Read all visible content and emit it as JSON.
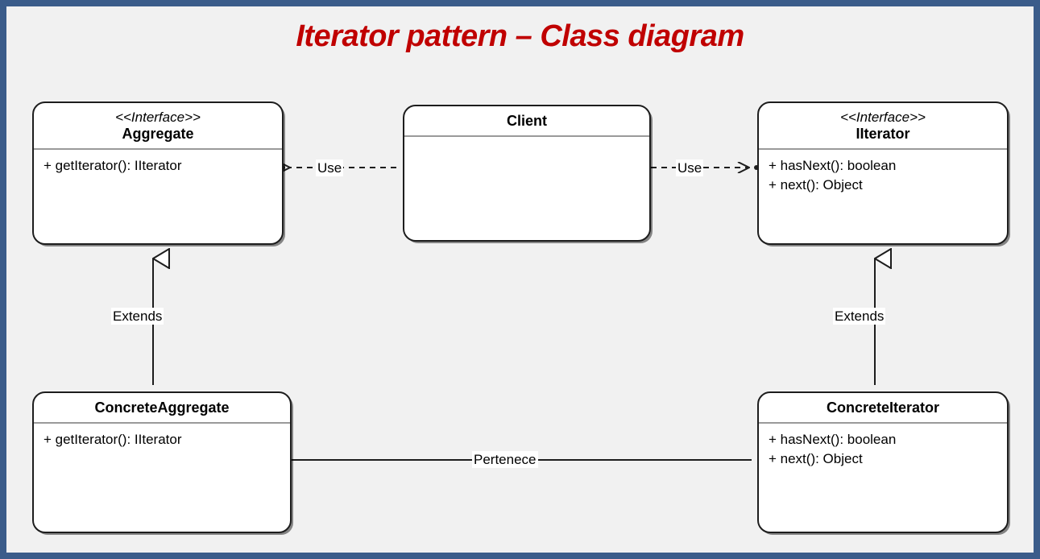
{
  "page": {
    "title": "Iterator pattern – Class diagram",
    "border_color": "#3b5c8a",
    "background_color": "#f1f1f1",
    "title_color": "#C00000"
  },
  "classes": {
    "aggregate": {
      "stereotype": "<<Interface>>",
      "name": "Aggregate",
      "members": [
        "+ getIterator(): IIterator"
      ]
    },
    "client": {
      "stereotype": "",
      "name": "Client",
      "members": []
    },
    "iiterator": {
      "stereotype": "<<Interface>>",
      "name": "IIterator",
      "members": [
        "+ hasNext(): boolean",
        "+ next(): Object"
      ]
    },
    "concrete_aggregate": {
      "stereotype": "",
      "name": "ConcreteAggregate",
      "members": [
        "+ getIterator(): IIterator"
      ]
    },
    "concrete_iterator": {
      "stereotype": "",
      "name": "ConcreteIterator",
      "members": [
        "+ hasNext(): boolean",
        "+ next(): Object"
      ]
    }
  },
  "relations": {
    "client_uses_aggregate": {
      "label": "Use",
      "type": "dependency",
      "direction": "left"
    },
    "client_uses_iiterator": {
      "label": "Use",
      "type": "dependency",
      "direction": "right"
    },
    "concrete_aggregate_extends": {
      "label": "Extends",
      "type": "generalization",
      "direction": "up"
    },
    "concrete_iterator_extends": {
      "label": "Extends",
      "type": "generalization",
      "direction": "up"
    },
    "concrete_iterator_belongs_to": {
      "label": "Pertenece",
      "type": "association",
      "direction": "left"
    }
  }
}
